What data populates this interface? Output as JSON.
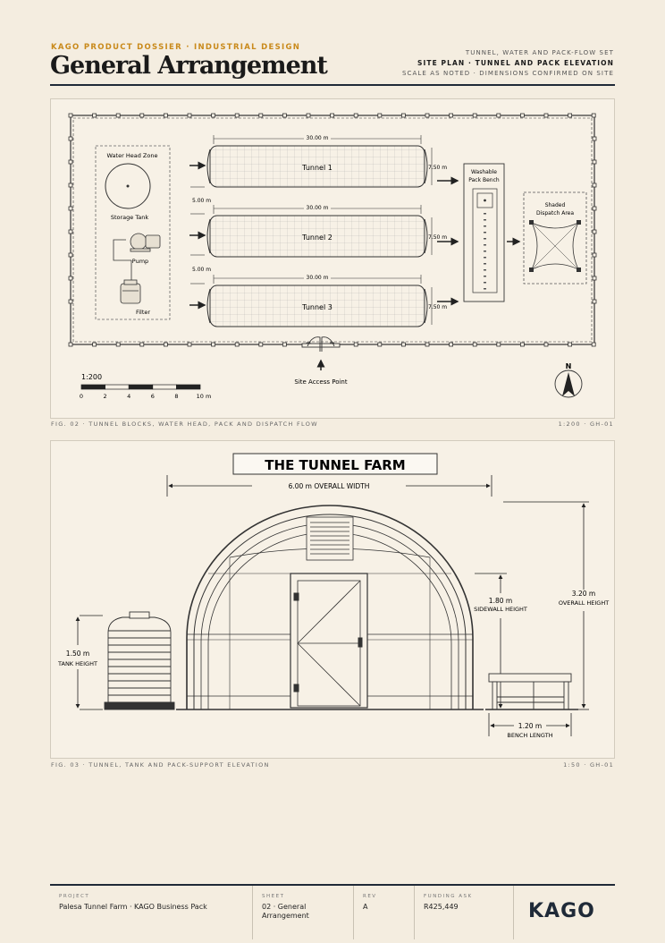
{
  "header": {
    "eyebrow": "KAGO PRODUCT DOSSIER · INDUSTRIAL DESIGN",
    "title": "General Arrangement",
    "set_name": "TUNNEL, WATER AND PACK-FLOW SET",
    "drawing_title": "SITE PLAN · TUNNEL AND PACK ELEVATION",
    "scale_note": "SCALE AS NOTED · DIMENSIONS CONFIRMED ON SITE"
  },
  "site_plan": {
    "water_zone": "Water Head Zone",
    "storage_tank": "Storage Tank",
    "pump": "Pump",
    "filter": "Filter",
    "tunnels": [
      "Tunnel 1",
      "Tunnel 2",
      "Tunnel 3"
    ],
    "tunnel_length": "30.00 m",
    "tunnel_width": "7.50 m",
    "tunnel_spacing": "5.00 m",
    "pack_bench": "Washable\nPack Bench",
    "dispatch": "Shaded\nDispatch Area",
    "access_point": "Site Access Point",
    "scale_label": "1:200",
    "scale_ticks": [
      "0",
      "2",
      "4",
      "6",
      "8",
      "10 m"
    ],
    "north": "N"
  },
  "fig2": {
    "caption": "FIG. 02 · TUNNEL BLOCKS, WATER HEAD, PACK AND DISPATCH FLOW",
    "ref": "1:200 · GH-01"
  },
  "elevation": {
    "title": "THE TUNNEL FARM",
    "overall_width": "6.00 m OVERALL WIDTH",
    "sidewall_value": "1.80 m",
    "sidewall_label": "SIDEWALL HEIGHT",
    "overall_value": "3.20 m",
    "overall_label": "OVERALL HEIGHT",
    "tank_value": "1.50 m",
    "tank_label": "TANK HEIGHT",
    "bench_value": "1.20 m",
    "bench_label": "BENCH LENGTH"
  },
  "fig3": {
    "caption": "FIG. 03 · TUNNEL, TANK AND PACK-SUPPORT ELEVATION",
    "ref": "1:50 · GH-01"
  },
  "footer": {
    "project_label": "PROJECT",
    "project_value": "Palesa Tunnel Farm · KAGO Business Pack",
    "sheet_label": "SHEET",
    "sheet_value": "02 · General\nArrangement",
    "rev_label": "REV",
    "rev_value": "A",
    "funding_label": "FUNDING ASK",
    "funding_value": "R425,449",
    "logo": "KAGO"
  },
  "colors": {
    "accent": "#c98a1b",
    "ink": "#1f2a38",
    "paper": "#f4ede0"
  }
}
